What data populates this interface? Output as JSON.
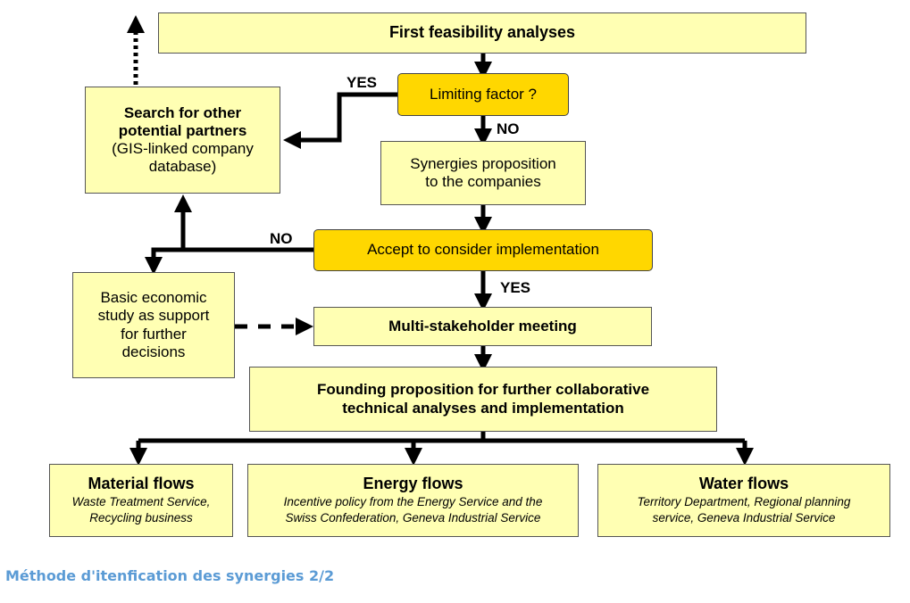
{
  "boxes": {
    "first_feasibility": "First feasibility analyses",
    "limiting_factor": "Limiting factor ?",
    "search_partners_line1": "Search for other",
    "search_partners_line2": "potential partners",
    "search_partners_line3": "(GIS-linked company",
    "search_partners_line4": "database)",
    "synergies_line1": "Synergies proposition",
    "synergies_line2": "to the companies",
    "accept": "Accept to consider implementation",
    "economic_line1": "Basic economic",
    "economic_line2": "study as support",
    "economic_line3": "for further",
    "economic_line4": "decisions",
    "meeting": "Multi-stakeholder meeting",
    "founding_line1": "Founding proposition for further collaborative",
    "founding_line2": "technical analyses and implementation"
  },
  "flows": {
    "material": {
      "name": "Material flows",
      "desc_line1": "Waste Treatment Service,",
      "desc_line2": "Recycling business"
    },
    "energy": {
      "name": "Energy flows",
      "desc_line1": "Incentive policy from the Energy Service and the",
      "desc_line2": "Swiss Confederation, Geneva Industrial Service"
    },
    "water": {
      "name": "Water flows",
      "desc_line1": "Territory Department, Regional planning",
      "desc_line2": "service, Geneva Industrial Service"
    }
  },
  "labels": {
    "yes_limiting": "YES",
    "no_limiting": "NO",
    "no_accept": "NO",
    "yes_accept": "YES"
  },
  "caption": "Méthode d'itenfication des synergies 2/2"
}
